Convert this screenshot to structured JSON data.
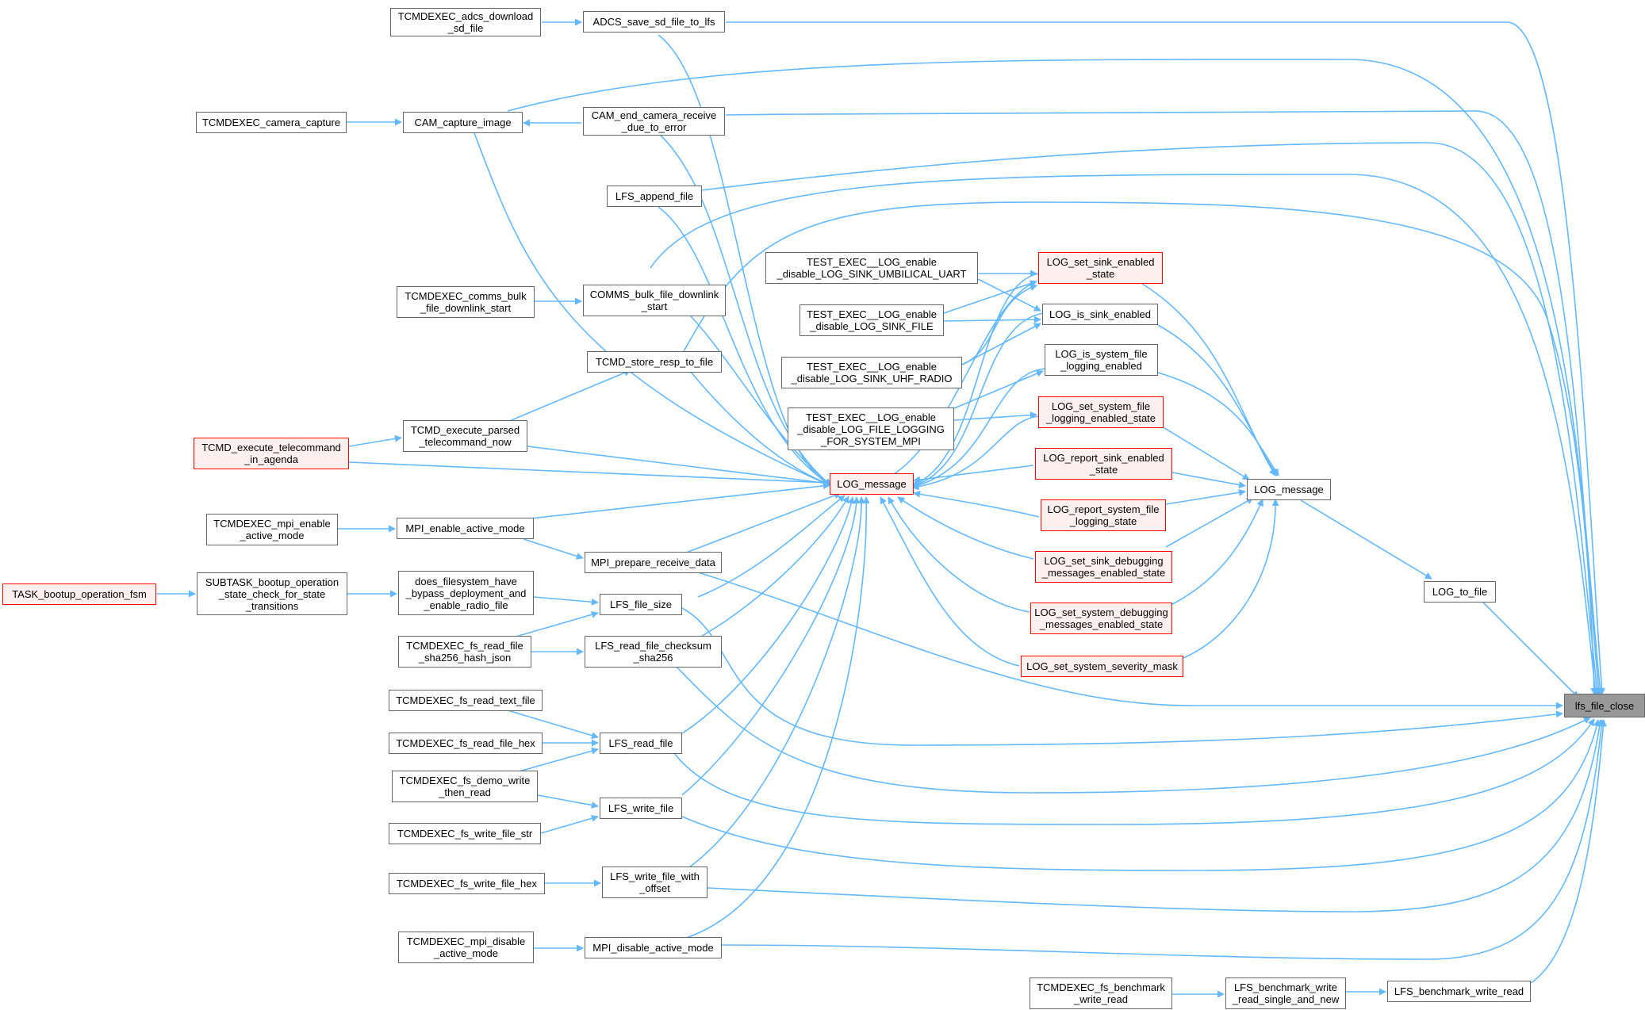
{
  "colors": {
    "edge": "#63b8ff",
    "node_border": "#666666",
    "red_border": "#ff0000",
    "red_fill": "#fff0f0",
    "target_fill": "#999999"
  },
  "nodes": {
    "lfs_file_close": "lfs_file_close",
    "tcm_adcs_download_sd_file": "TCMDEXEC_adcs_download\n_sd_file",
    "adcs_save_sd_file_to_lfs": "ADCS_save_sd_file_to_lfs",
    "tcm_camera_capture": "TCMDEXEC_camera_capture",
    "cam_capture_image": "CAM_capture_image",
    "cam_end_camera_receive": "CAM_end_camera_receive\n_due_to_error",
    "lfs_append_file": "LFS_append_file",
    "tcm_comms_bulk_file_downlink_start": "TCMDEXEC_comms_bulk\n_file_downlink_start",
    "comms_bulk_file_downlink_start": "COMMS_bulk_file_downlink\n_start",
    "tcmd_store_resp_to_file": "TCMD_store_resp_to_file",
    "tcmd_execute_telecommand_in_agenda": "TCMD_execute_telecommand\n_in_agenda",
    "tcmd_execute_parsed_telecommand_now": "TCMD_execute_parsed\n_telecommand_now",
    "tcm_mpi_enable_active_mode": "TCMDEXEC_mpi_enable\n_active_mode",
    "mpi_enable_active_mode": "MPI_enable_active_mode",
    "mpi_prepare_receive_data": "MPI_prepare_receive_data",
    "task_bootup_operation_fsm": "TASK_bootup_operation_fsm",
    "subtask_bootup": "SUBTASK_bootup_operation\n_state_check_for_state\n_transitions",
    "does_filesystem_have_bypass": "does_filesystem_have\n_bypass_deployment_and\n_enable_radio_file",
    "lfs_file_size": "LFS_file_size",
    "tcm_fs_read_file_sha256_hash_json": "TCMDEXEC_fs_read_file\n_sha256_hash_json",
    "lfs_read_file_checksum_sha256": "LFS_read_file_checksum\n_sha256",
    "tcm_fs_read_text_file": "TCMDEXEC_fs_read_text_file",
    "tcm_fs_read_file_hex": "TCMDEXEC_fs_read_file_hex",
    "lfs_read_file": "LFS_read_file",
    "tcm_fs_demo_write_then_read": "TCMDEXEC_fs_demo_write\n_then_read",
    "lfs_write_file": "LFS_write_file",
    "tcm_fs_write_file_str": "TCMDEXEC_fs_write_file_str",
    "tcm_fs_write_file_hex": "TCMDEXEC_fs_write_file_hex",
    "lfs_write_file_with_offset": "LFS_write_file_with\n_offset",
    "tcm_mpi_disable_active_mode": "TCMDEXEC_mpi_disable\n_active_mode",
    "mpi_disable_active_mode": "MPI_disable_active_mode",
    "tcm_fs_benchmark_write_read": "TCMDEXEC_fs_benchmark\n_write_read",
    "lfs_benchmark_write_read_single_and_new": "LFS_benchmark_write\n_read_single_and_new",
    "lfs_benchmark_write_read": "LFS_benchmark_write_read",
    "test_uart": "TEST_EXEC__LOG_enable\n_disable_LOG_SINK_UMBILICAL_UART",
    "test_file": "TEST_EXEC__LOG_enable\n_disable_LOG_SINK_FILE",
    "test_uhf": "TEST_EXEC__LOG_enable\n_disable_LOG_SINK_UHF_RADIO",
    "test_mpi": "TEST_EXEC__LOG_enable\n_disable_LOG_FILE_LOGGING\n_FOR_SYSTEM_MPI",
    "log_message_inner": "LOG_message",
    "log_set_sink_enabled_state": "LOG_set_sink_enabled\n_state",
    "log_is_sink_enabled": "LOG_is_sink_enabled",
    "log_is_system_file_logging_enabled": "LOG_is_system_file\n_logging_enabled",
    "log_set_system_file_logging_enabled_state": "LOG_set_system_file\n_logging_enabled_state",
    "log_report_sink_enabled_state": "LOG_report_sink_enabled\n_state",
    "log_report_system_file_logging_state": "LOG_report_system_file\n_logging_state",
    "log_set_sink_debugging": "LOG_set_sink_debugging\n_messages_enabled_state",
    "log_set_system_debugging": "LOG_set_system_debugging\n_messages_enabled_state",
    "log_set_system_severity_mask": "LOG_set_system_severity_mask",
    "log_message_outer": "LOG_message",
    "log_to_file": "LOG_to_file"
  }
}
